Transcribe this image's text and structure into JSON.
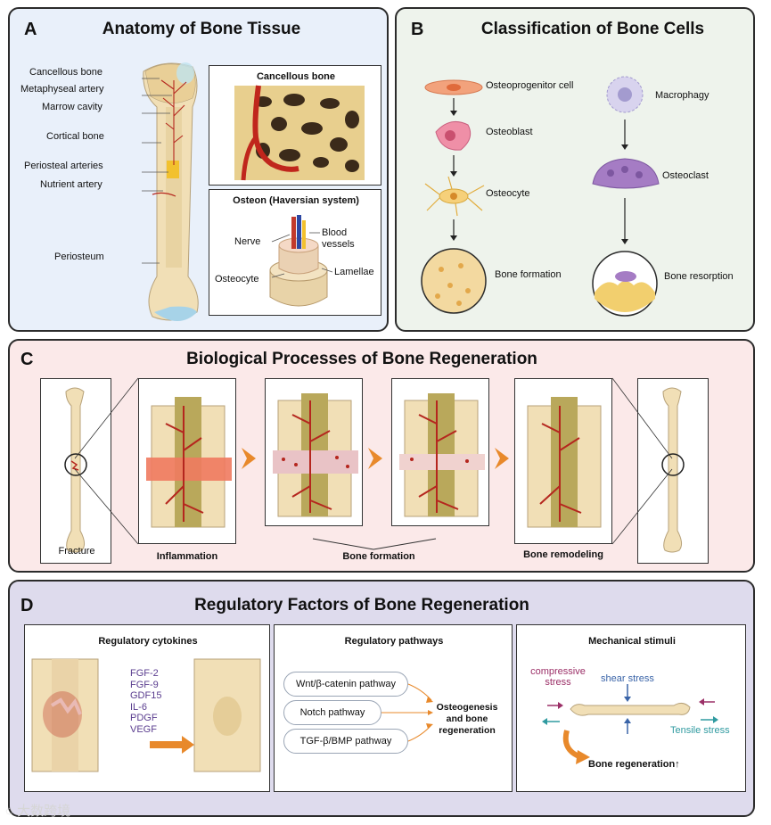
{
  "panel_a": {
    "letter": "A",
    "title": "Anatomy of Bone Tissue",
    "labels": {
      "cancellous_bone": "Cancellous bone",
      "metaphyseal_artery": "Metaphyseal artery",
      "marrow_cavity": "Marrow cavity",
      "cortical_bone": "Cortical bone",
      "periosteal_arteries": "Periosteal arteries",
      "nutrient_artery": "Nutrient artery",
      "periosteum": "Periosteum"
    },
    "inset_cancellous_title": "Cancellous bone",
    "inset_osteon_title": "Osteon (Haversian system)",
    "osteon_labels": {
      "nerve": "Nerve",
      "blood_vessels": "Blood vessels",
      "osteocyte": "Osteocyte",
      "lamellae": "Lamellae"
    }
  },
  "panel_b": {
    "letter": "B",
    "title": "Classification of Bone Cells",
    "left_column": [
      "Osteoprogenitor cell",
      "Osteoblast",
      "Osteocyte",
      "Bone formation"
    ],
    "right_column": [
      "Macrophagy",
      "Osteoclast",
      "Bone resorption"
    ]
  },
  "panel_c": {
    "letter": "C",
    "title": "Biological Processes of Bone Regeneration",
    "fracture_label": "Fracture",
    "stages": [
      "Inflammation",
      "Bone formation",
      "Bone remodeling"
    ]
  },
  "panel_d": {
    "letter": "D",
    "title": "Regulatory Factors of Bone Regeneration",
    "cytokines": {
      "title": "Regulatory cytokines",
      "items": [
        "FGF-2",
        "FGF-9",
        "GDF15",
        "IL-6",
        "PDGF",
        "VEGF"
      ]
    },
    "pathways": {
      "title": "Regulatory pathways",
      "items": [
        "Wnt/β-catenin pathway",
        "Notch pathway",
        "TGF-β/BMP pathway"
      ],
      "outcome": "Osteogenesis and bone regeneration"
    },
    "mechanical": {
      "title": "Mechanical stimuli",
      "compressive": "compressive stress",
      "shear": "shear stress",
      "tensile": "Tensile stress",
      "outcome": "Bone regeneration↑"
    }
  },
  "watermark": "大数跨境",
  "colors": {
    "panel_a_bg": "#e9f0fa",
    "panel_b_bg": "#eef3ec",
    "panel_c_bg": "#fbe9e9",
    "panel_d_bg": "#dedbed",
    "bone": "#f1dfb6",
    "artery": "#b5261e",
    "arrow_orange": "#e8892b",
    "cytokine_text": "#5a3d8f",
    "compressive": "#9b2f67",
    "shear": "#3a64a8",
    "tensile": "#2f9aa0"
  },
  "icons": [
    "bone-icon",
    "cell-icon",
    "arrow-icon",
    "watermark-logo-icon"
  ]
}
